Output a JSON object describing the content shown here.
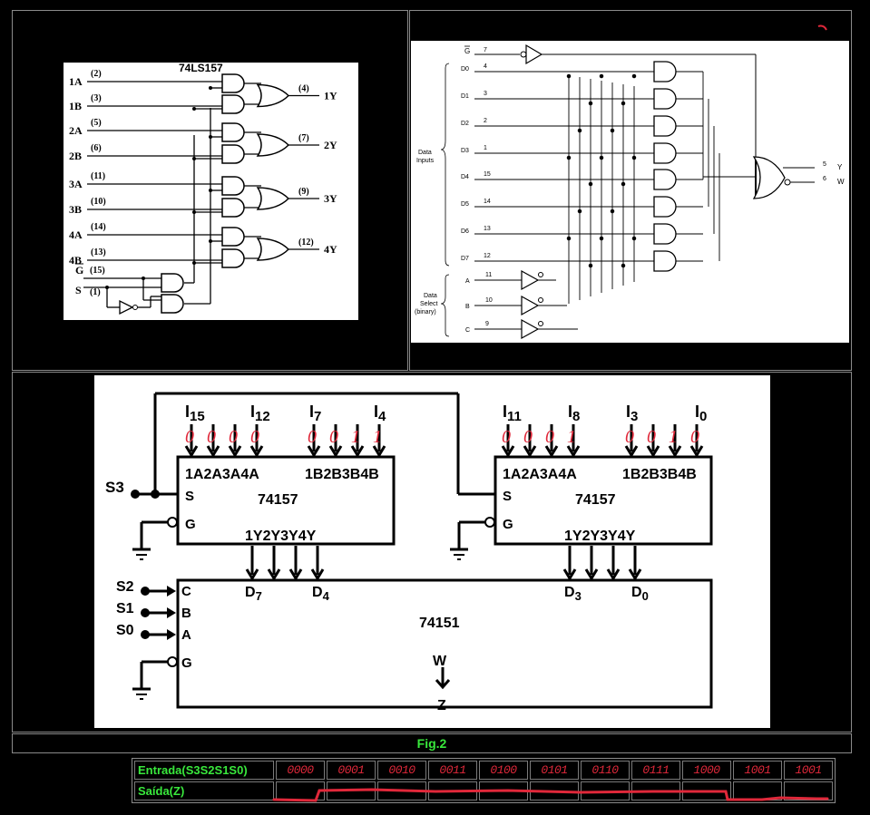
{
  "figure": {
    "caption": "Fig.2"
  },
  "ls157": {
    "title": "74LS157",
    "inputs": [
      {
        "name": "1A",
        "pin": "(2)"
      },
      {
        "name": "1B",
        "pin": "(3)"
      },
      {
        "name": "2A",
        "pin": "(5)"
      },
      {
        "name": "2B",
        "pin": "(6)"
      },
      {
        "name": "3A",
        "pin": "(11)"
      },
      {
        "name": "3B",
        "pin": "(10)"
      },
      {
        "name": "4A",
        "pin": "(14)"
      },
      {
        "name": "4B",
        "pin": "(13)"
      }
    ],
    "g_label": "G",
    "g_pin": "(15)",
    "s_label": "S",
    "s_pin": "(1)",
    "outputs": [
      {
        "name": "1Y",
        "pin": "(4)"
      },
      {
        "name": "2Y",
        "pin": "(7)"
      },
      {
        "name": "3Y",
        "pin": "(9)"
      },
      {
        "name": "4Y",
        "pin": "(12)"
      }
    ]
  },
  "ls151": {
    "g_label": "G",
    "g_pin": "7",
    "data_inputs": [
      {
        "name": "D0",
        "pin": "4"
      },
      {
        "name": "D1",
        "pin": "3"
      },
      {
        "name": "D2",
        "pin": "2"
      },
      {
        "name": "D3",
        "pin": "1"
      },
      {
        "name": "D4",
        "pin": "15"
      },
      {
        "name": "D5",
        "pin": "14"
      },
      {
        "name": "D6",
        "pin": "13"
      },
      {
        "name": "D7",
        "pin": "12"
      }
    ],
    "data_inputs_label_1": "Data",
    "data_inputs_label_2": "Inputs",
    "select_inputs": [
      {
        "name": "A",
        "pin": "11"
      },
      {
        "name": "B",
        "pin": "10"
      },
      {
        "name": "C",
        "pin": "9"
      }
    ],
    "select_label_1": "Data",
    "select_label_2": "Select",
    "select_label_3": "(binary)",
    "outputs": [
      {
        "name": "Y",
        "pin": "5"
      },
      {
        "name": "W",
        "pin": "6"
      }
    ]
  },
  "circuit": {
    "left_mux": {
      "name": "74157",
      "top_labels": [
        "I15",
        "I12",
        "I7",
        "I4"
      ],
      "values": [
        "0",
        "0",
        "0",
        "0",
        "0",
        "0",
        "1",
        "1"
      ],
      "a_label": "1A2A3A4A",
      "b_label": "1B2B3B4B",
      "y_label": "1Y2Y3Y4Y",
      "s_label": "S",
      "g_label": "G",
      "out_d_high": "D7",
      "out_d_low": "D4"
    },
    "right_mux": {
      "name": "74157",
      "top_labels": [
        "I11",
        "I8",
        "I3",
        "I0"
      ],
      "values": [
        "0",
        "0",
        "0",
        "1",
        "0",
        "0",
        "1",
        "0"
      ],
      "a_label": "1A2A3A4A",
      "b_label": "1B2B3B4B",
      "y_label": "1Y2Y3Y4Y",
      "s_label": "S",
      "g_label": "G",
      "out_d_high": "D3",
      "out_d_low": "D0"
    },
    "s3_label": "S3",
    "select_inputs": [
      {
        "label": "S2",
        "pin": "C"
      },
      {
        "label": "S1",
        "pin": "B"
      },
      {
        "label": "S0",
        "pin": "A"
      }
    ],
    "mux151": {
      "name": "74151",
      "g_label": "G",
      "w_label": "W",
      "z_label": "Z"
    }
  },
  "truth_table": {
    "input_header": "Entrada(S3S2S1S0)",
    "output_header": "Saída(Z)",
    "inputs": [
      "0000",
      "0001",
      "0010",
      "0011",
      "0100",
      "0101",
      "0110",
      "0111",
      "1000",
      "1001",
      "1001"
    ]
  },
  "colors": {
    "caption": "#39e83c",
    "handwriting": "#e0283a"
  }
}
